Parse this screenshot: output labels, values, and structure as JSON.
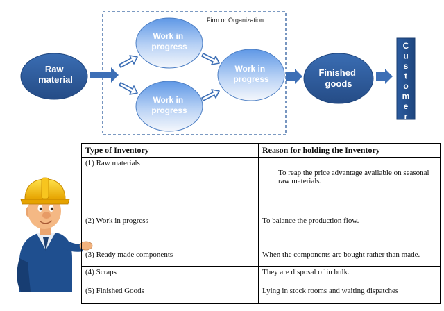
{
  "flow": {
    "org_label": "Firm  or Organization",
    "raw_material": "Raw material",
    "wip_top": "Work in progress",
    "wip_bottom": "Work in progress",
    "wip_merge": "Work in progress",
    "finished_goods": "Finished goods",
    "customer": "Customer"
  },
  "colors": {
    "node_dark": "#2f5d9e",
    "node_light_top": "#6fa3e8",
    "node_light_bottom": "#f4f7fc",
    "arrow": "#3d6fb6",
    "border_dash": "#2f5d9e"
  },
  "table": {
    "headers": [
      "Type of Inventory",
      "Reason for holding the Inventory"
    ],
    "rows": [
      {
        "type": "(1) Raw materials",
        "reason": "To reap the price advantage available on seasonal raw materials."
      },
      {
        "type": "(2) Work in progress",
        "reason": "To balance the production flow."
      },
      {
        "type": "(3) Ready made components",
        "reason": "When the components are bought rather than made."
      },
      {
        "type": "(4) Scraps",
        "reason": "They are disposal of in bulk."
      },
      {
        "type": "(5) Finished Goods",
        "reason": "Lying in stock rooms and waiting dispatches"
      }
    ]
  },
  "illustration": {
    "icon": "worker-hardhat-icon"
  }
}
